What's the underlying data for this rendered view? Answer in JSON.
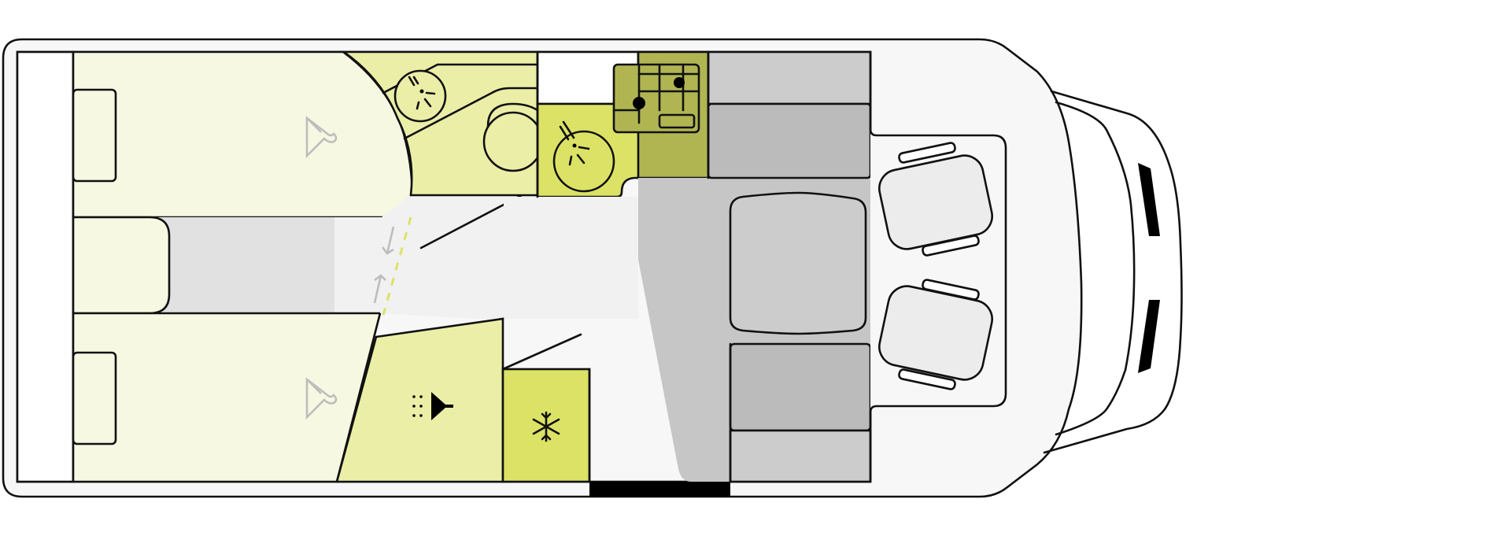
{
  "colors": {
    "outline": "#111111",
    "shell_fill": "#f7f7f7",
    "bed_fill": "#f6f8e2",
    "light_green": "#ebeea7",
    "mid_green": "#dce266",
    "olive": "#b0b552",
    "seat_grey": "#cccccc",
    "dark_grey": "#bbbbbb",
    "aisle_grey": "#c6c6c6",
    "floor_light": "#f1f1f1",
    "step_grey": "#e1e1e1",
    "cab_seat": "#ececec",
    "door_black": "#000000",
    "icon_grey": "#bdbdbd",
    "dashed": "#dce266"
  },
  "icons": [
    "bed-icon",
    "bed-icon",
    "shower-icon",
    "shower-icon",
    "basin",
    "hob-burner",
    "heater-icon",
    "fridge-snowflake-icon",
    "steering-wheel"
  ]
}
